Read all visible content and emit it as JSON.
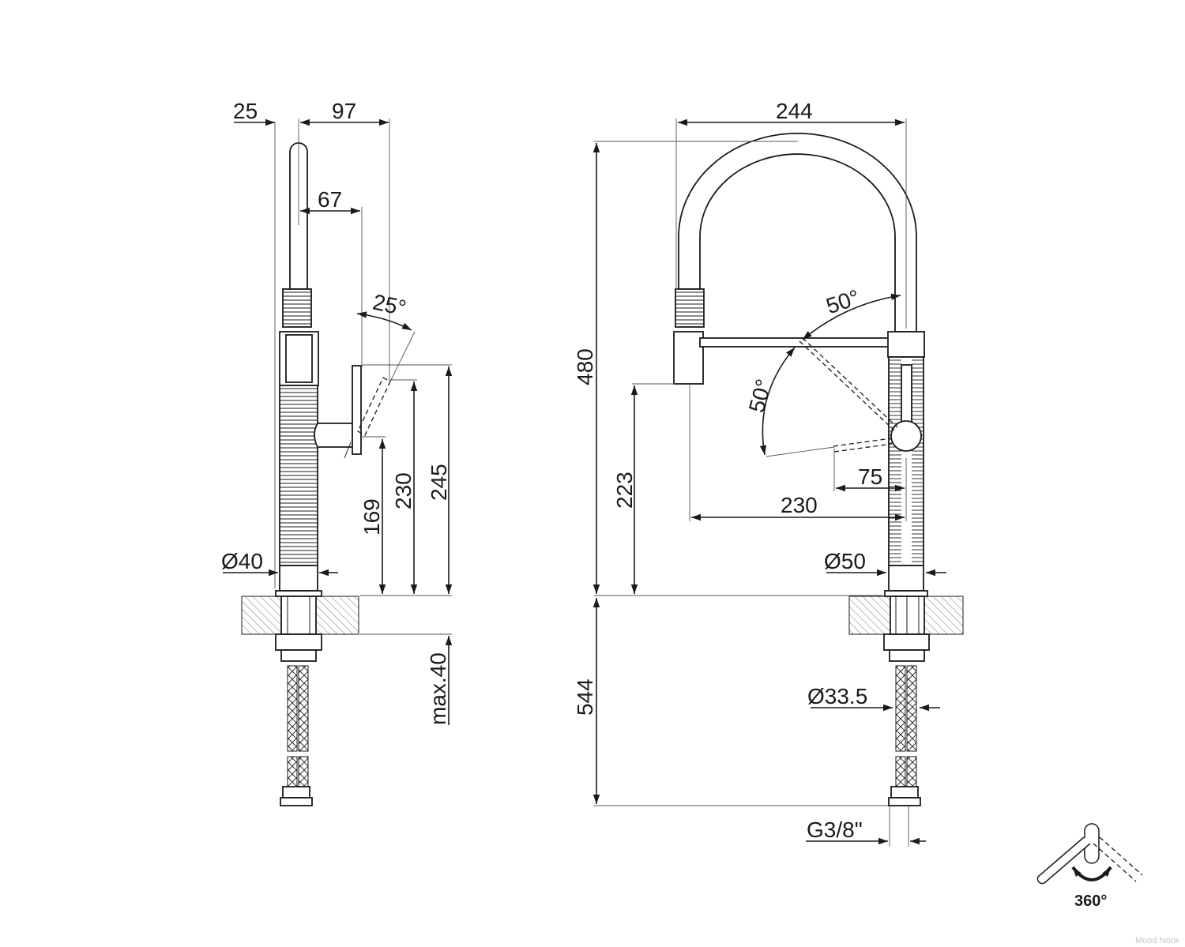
{
  "colors": {
    "ink": "#1a1a1a",
    "hatch": "#777777",
    "background": "#ffffff"
  },
  "side_view": {
    "dims": {
      "d25": "25",
      "d97": "97",
      "d67": "67",
      "angle25": "25°",
      "h169": "169",
      "h230": "230",
      "h245": "245",
      "max40": "max.40",
      "dia40": "Ø40"
    }
  },
  "front_view": {
    "dims": {
      "w244": "244",
      "h480": "480",
      "angle50_top": "50°",
      "angle50_left": "50°",
      "d75": "75",
      "h223": "223",
      "w230": "230",
      "dia50": "Ø50",
      "h544": "544",
      "dia33": "Ø33.5",
      "g38": "G3/8\""
    }
  },
  "rotation_badge": {
    "label": "360°",
    "icon": "rotate-360-icon"
  },
  "watermark": "Mood Nook"
}
